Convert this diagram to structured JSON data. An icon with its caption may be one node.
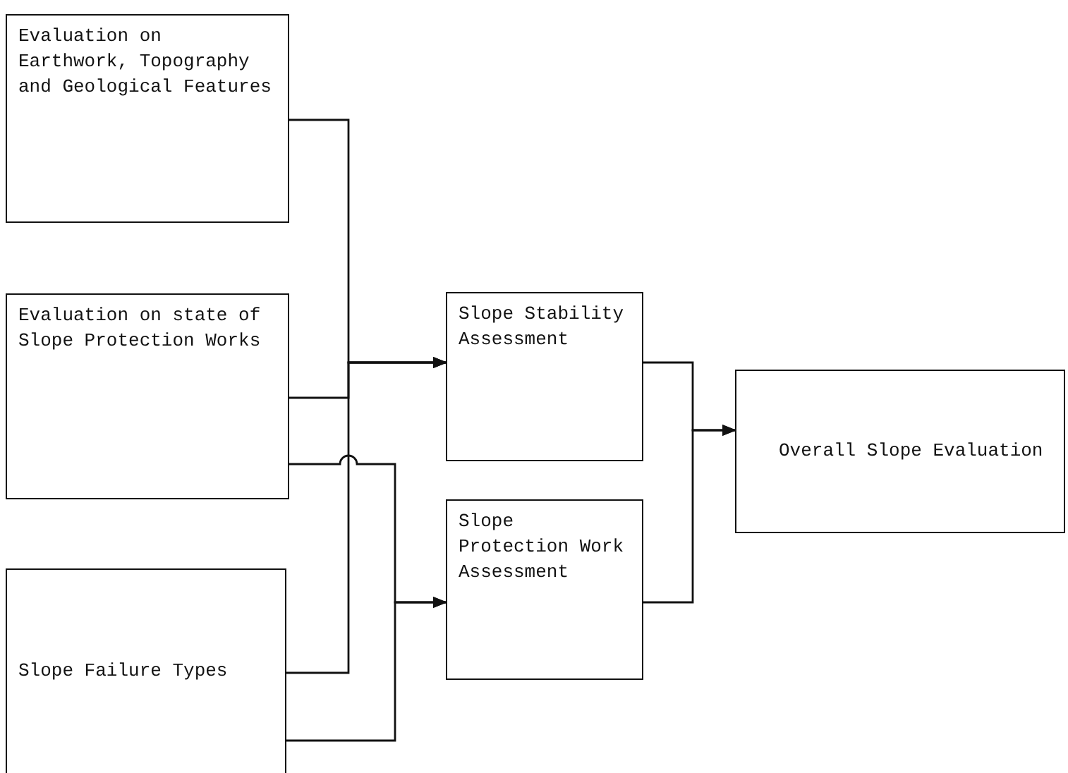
{
  "diagram": {
    "nodes": [
      {
        "text": [
          "Evaluation on Earthwork, Topography and Geological Features"
        ]
      },
      {
        "text": [
          "Evaluation on state of Slope Protection Works"
        ]
      },
      {
        "text": [
          "Slope Failure Types"
        ]
      },
      {
        "text": [
          "Slope Stability Assessment"
        ]
      },
      {
        "text": [
          "Slope Protection Work Assessment"
        ]
      },
      {
        "text": [
          "Overall Slope Evaluation"
        ]
      }
    ],
    "edges": [
      {
        "from": 0,
        "to": 3,
        "arrow": "to"
      },
      {
        "from": 1,
        "to": 3,
        "arrow": "to"
      },
      {
        "from": 2,
        "to": 3,
        "arrow": "to"
      },
      {
        "from": 1,
        "to": 4,
        "arrow": "to"
      },
      {
        "from": 2,
        "to": 4,
        "arrow": "to"
      },
      {
        "from": 3,
        "to": 5,
        "arrow": "to"
      },
      {
        "from": 4,
        "to": 5,
        "arrow": "to"
      }
    ]
  }
}
